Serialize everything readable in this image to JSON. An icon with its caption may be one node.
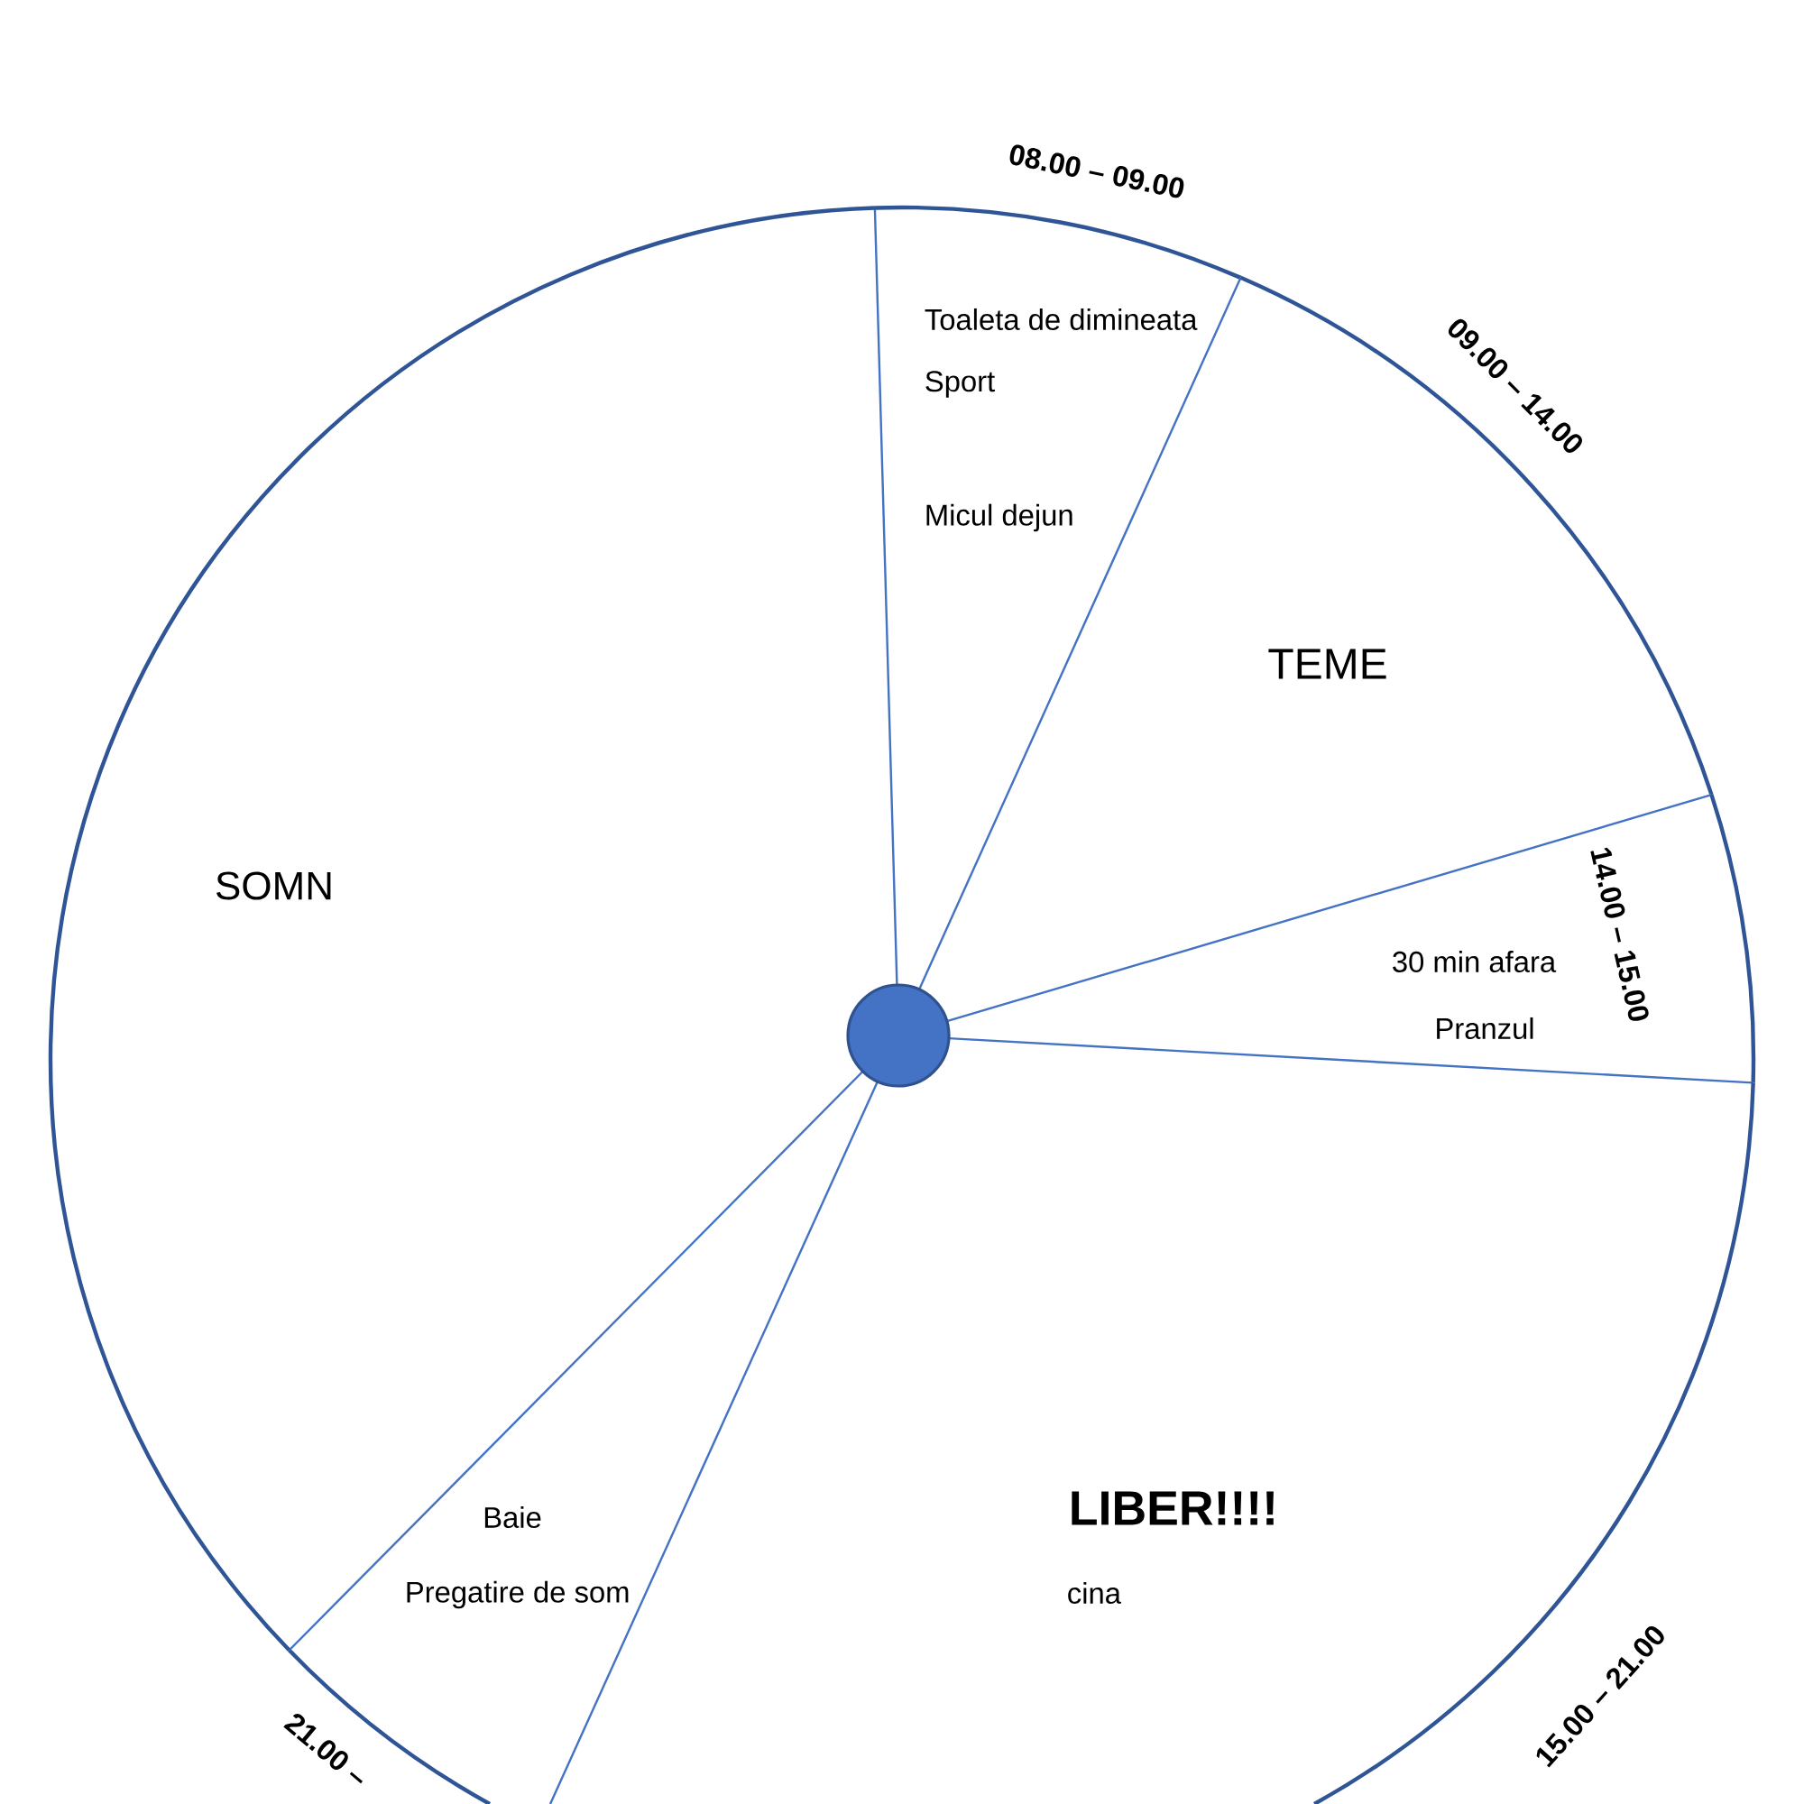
{
  "diagram": {
    "nodes": [
      {
        "text": [
          "08.00 – 09.00",
          "Toaleta de dimineata",
          "Sport",
          "Micul dejun"
        ]
      },
      {
        "text": [
          "09.00 – 14.00",
          "TEME"
        ]
      },
      {
        "text": [
          "14.00 – 15.00",
          "30 min afara",
          "Pranzul"
        ]
      },
      {
        "text": [
          "15.00 – 21.00",
          "LIBER!!!!",
          "cina"
        ]
      },
      {
        "text": [
          "21.00 –",
          "Baie",
          "Pregatire de som"
        ]
      },
      {
        "text": [
          "SOMN"
        ]
      }
    ]
  }
}
